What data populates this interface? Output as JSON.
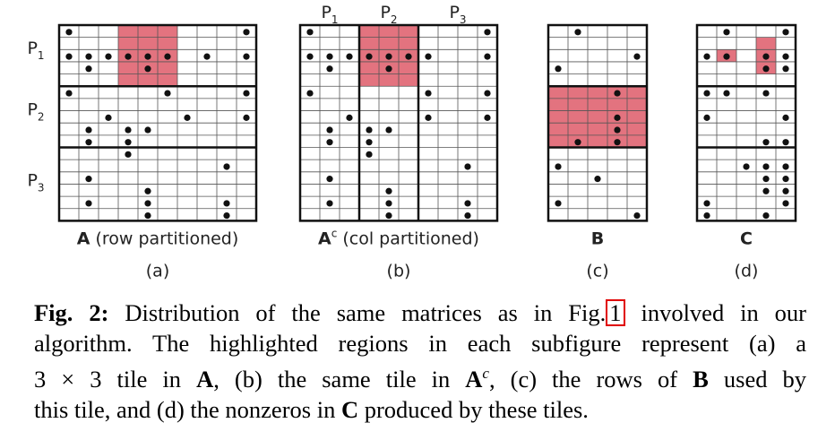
{
  "panels": [
    {
      "id": "a",
      "label_bold": "A",
      "label_rest": " (row partitioned)",
      "label_sup": "",
      "sublabel": "(a)",
      "cols": 10,
      "rows": 16,
      "part_labels": [
        "P1",
        "P2",
        "P3"
      ],
      "part_label_position": "left",
      "separators": {
        "horizontal_after_rows": [
          5,
          10
        ],
        "vertical_after_cols": []
      },
      "highlight": [
        {
          "row": 0,
          "col": 3,
          "rows": 5,
          "cols": 3
        }
      ],
      "dots": [
        [
          0,
          0
        ],
        [
          0,
          9
        ],
        [
          2,
          0
        ],
        [
          2,
          1
        ],
        [
          2,
          2
        ],
        [
          2,
          3
        ],
        [
          2,
          4
        ],
        [
          2,
          5
        ],
        [
          2,
          7
        ],
        [
          2,
          9
        ],
        [
          3,
          1
        ],
        [
          3,
          4
        ],
        [
          5,
          0
        ],
        [
          5,
          5
        ],
        [
          5,
          9
        ],
        [
          7,
          2
        ],
        [
          7,
          6
        ],
        [
          7,
          9
        ],
        [
          8,
          1
        ],
        [
          8,
          3
        ],
        [
          8,
          4
        ],
        [
          9,
          1
        ],
        [
          9,
          3
        ],
        [
          10,
          3
        ],
        [
          11,
          8
        ],
        [
          12,
          1
        ],
        [
          13,
          4
        ],
        [
          14,
          1
        ],
        [
          14,
          4
        ],
        [
          14,
          8
        ],
        [
          15,
          4
        ],
        [
          15,
          8
        ]
      ]
    },
    {
      "id": "b",
      "label_bold": "A",
      "label_sup": "c",
      "label_rest": " (col partitioned)",
      "sublabel": "(b)",
      "cols": 10,
      "rows": 16,
      "part_labels": [
        "P1",
        "P2",
        "P3"
      ],
      "part_label_position": "top",
      "separators": {
        "horizontal_after_rows": [],
        "vertical_after_cols": [
          3,
          6
        ]
      },
      "highlight": [
        {
          "row": 0,
          "col": 3,
          "rows": 5,
          "cols": 3
        }
      ],
      "dots": [
        [
          0,
          0
        ],
        [
          0,
          9
        ],
        [
          2,
          0
        ],
        [
          2,
          1
        ],
        [
          2,
          2
        ],
        [
          2,
          3
        ],
        [
          2,
          4
        ],
        [
          2,
          5
        ],
        [
          2,
          6
        ],
        [
          2,
          9
        ],
        [
          3,
          1
        ],
        [
          3,
          4
        ],
        [
          5,
          0
        ],
        [
          5,
          6
        ],
        [
          5,
          9
        ],
        [
          7,
          2
        ],
        [
          7,
          6
        ],
        [
          7,
          9
        ],
        [
          8,
          1
        ],
        [
          8,
          3
        ],
        [
          8,
          4
        ],
        [
          9,
          1
        ],
        [
          9,
          3
        ],
        [
          10,
          3
        ],
        [
          11,
          8
        ],
        [
          12,
          1
        ],
        [
          13,
          4
        ],
        [
          14,
          1
        ],
        [
          14,
          4
        ],
        [
          14,
          8
        ],
        [
          15,
          4
        ],
        [
          15,
          8
        ]
      ]
    },
    {
      "id": "c",
      "label_bold": "B",
      "label_rest": "",
      "label_sup": "",
      "sublabel": "(c)",
      "cols": 5,
      "rows": 16,
      "part_labels": [],
      "part_label_position": "none",
      "separators": {
        "horizontal_after_rows": [
          5,
          10
        ],
        "vertical_after_cols": []
      },
      "highlight": [
        {
          "row": 5,
          "col": 0,
          "rows": 5,
          "cols": 5
        }
      ],
      "dots": [
        [
          0,
          1
        ],
        [
          2,
          4
        ],
        [
          3,
          0
        ],
        [
          5,
          3
        ],
        [
          7,
          3
        ],
        [
          8,
          3
        ],
        [
          9,
          1
        ],
        [
          9,
          3
        ],
        [
          11,
          0
        ],
        [
          12,
          2
        ],
        [
          14,
          0
        ],
        [
          15,
          4
        ]
      ]
    },
    {
      "id": "d",
      "label_bold": "C",
      "label_rest": "",
      "label_sup": "",
      "sublabel": "(d)",
      "cols": 5,
      "rows": 16,
      "part_labels": [],
      "part_label_position": "none",
      "separators": {
        "horizontal_after_rows": [
          5,
          10
        ],
        "vertical_after_cols": []
      },
      "highlight": [
        {
          "row": 2,
          "col": 1,
          "rows": 1,
          "cols": 1
        },
        {
          "row": 1,
          "col": 3,
          "rows": 3,
          "cols": 1
        }
      ],
      "dots": [
        [
          0,
          1
        ],
        [
          0,
          4
        ],
        [
          2,
          0
        ],
        [
          2,
          1
        ],
        [
          2,
          3
        ],
        [
          2,
          4
        ],
        [
          3,
          3
        ],
        [
          3,
          4
        ],
        [
          5,
          0
        ],
        [
          5,
          1
        ],
        [
          5,
          3
        ],
        [
          7,
          0
        ],
        [
          7,
          4
        ],
        [
          9,
          3
        ],
        [
          9,
          4
        ],
        [
          11,
          2
        ],
        [
          11,
          3
        ],
        [
          11,
          4
        ],
        [
          12,
          3
        ],
        [
          12,
          4
        ],
        [
          13,
          3
        ],
        [
          13,
          4
        ],
        [
          14,
          0
        ],
        [
          14,
          4
        ],
        [
          15,
          0
        ],
        [
          15,
          3
        ]
      ]
    }
  ],
  "caption": {
    "fig_label": "Fig. 2:",
    "line1_text": " Distribution of the same matrices as in Fig.",
    "fig_ref": "1",
    "line1_end": " involved in our",
    "line2": "algorithm. The highlighted regions in each subfigure represent (a) a",
    "line3_a": "3 × 3 tile in ",
    "line3_A": "A",
    "line3_b": ", (b) the same tile in ",
    "line3_Ac": "A",
    "line3_sup": "c",
    "line3_c": ", (c) the rows of ",
    "line3_B": "B",
    "line3_d": " used by",
    "line4_a": "this tile, and (d) the nonzeros in ",
    "line4_C": "C",
    "line4_b": " produced by these tiles."
  },
  "colors": {
    "highlight": "#e3737f",
    "grid": "#555555",
    "border": "#111111",
    "dot": "#111111",
    "ref_box": "#e00000"
  }
}
